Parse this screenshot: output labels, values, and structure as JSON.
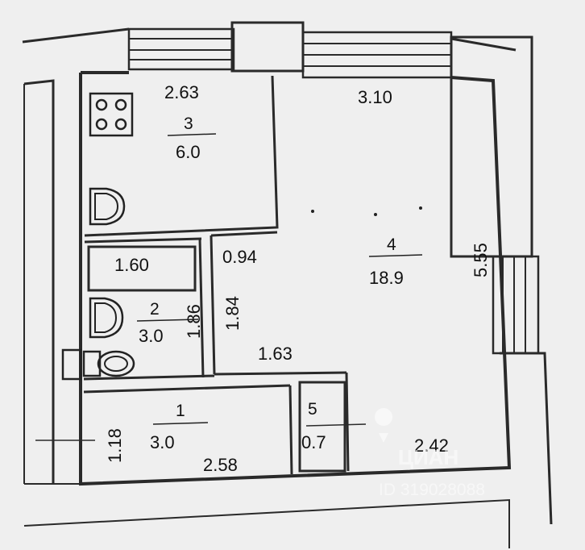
{
  "rooms": [
    {
      "number": "3",
      "area": "6.0",
      "width": "2.63"
    },
    {
      "number": "4",
      "area": "18.9",
      "width": "3.10",
      "length": "5.55"
    },
    {
      "number": "2",
      "area": "3.0",
      "width": "1.60",
      "length": "1.86"
    },
    {
      "number": "1",
      "area": "3.0",
      "width": "2.58",
      "length": "1.18"
    },
    {
      "number": "5",
      "area": "0.7"
    }
  ],
  "dimensions": {
    "corridor_width": "0.94",
    "corridor_length": "1.84",
    "corridor_bottom": "1.63",
    "room4_bottom": "2.42"
  },
  "watermark": {
    "brand": "ЦИАН",
    "id": "ID 319028088"
  }
}
